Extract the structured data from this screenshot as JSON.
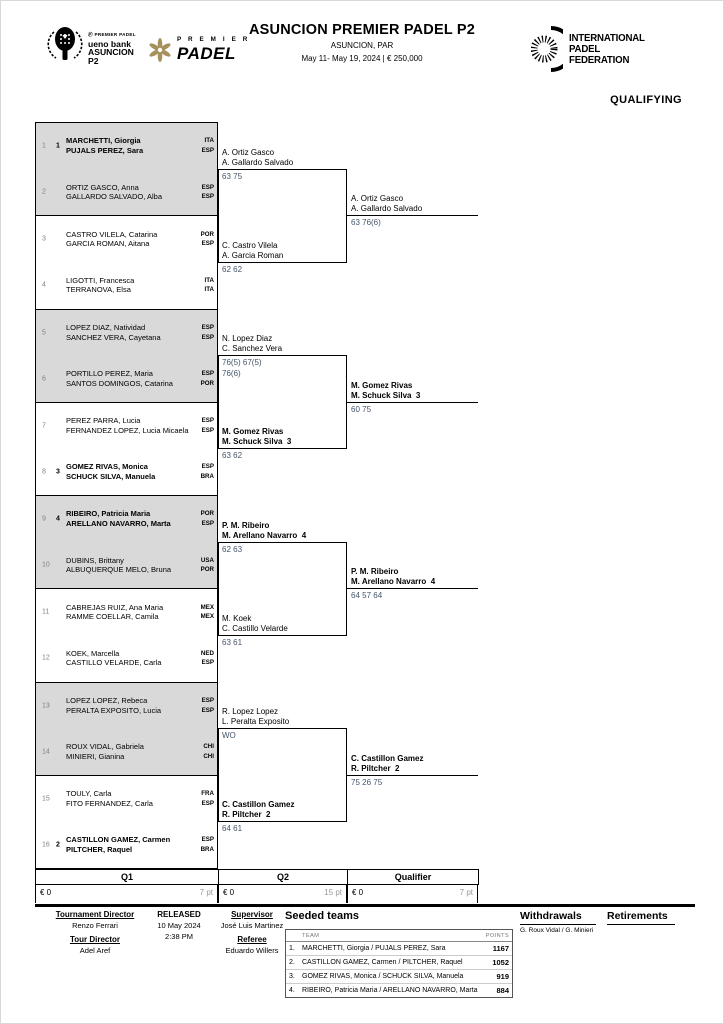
{
  "header": {
    "title": "ASUNCION PREMIER PADEL P2",
    "subtitle": "ASUNCION, PAR",
    "dates_prize": "May 11- May 19, 2024  |  € 250,000",
    "stage_label": "QUALIFYING",
    "logo_ueno": {
      "tiny": "Ⓟ PREMIER PADEL",
      "line1": "ueno bank",
      "line2": "ASUNCION",
      "line3": "P2"
    },
    "logo_premier": {
      "top": "P R E M I E R",
      "bottom": "PADEL"
    },
    "logo_ipf": {
      "line1": "INTERNATIONAL",
      "line2": "PADEL",
      "line3": "FEDERATION"
    }
  },
  "colors": {
    "brand_gold": "#a6905c",
    "shaded_match": "#d9d9d9",
    "score_text": "#44546a"
  },
  "bracket": {
    "q1_matches": [
      {
        "shaded": true,
        "teams": [
          {
            "no": "1",
            "seed": "1",
            "bold": true,
            "players": [
              "MARCHETTI, Giorgia",
              "PUJALS PEREZ, Sara"
            ],
            "countries": [
              "ITA",
              "ESP"
            ]
          },
          {
            "no": "2",
            "seed": "",
            "bold": false,
            "players": [
              "ORTIZ GASCO, Anna",
              "GALLARDO SALVADO, Alba"
            ],
            "countries": [
              "ESP",
              "ESP"
            ]
          }
        ]
      },
      {
        "shaded": false,
        "teams": [
          {
            "no": "3",
            "seed": "",
            "bold": false,
            "players": [
              "CASTRO VILELA, Catarina",
              "GARCIA ROMAN, Aitana"
            ],
            "countries": [
              "POR",
              "ESP"
            ]
          },
          {
            "no": "4",
            "seed": "",
            "bold": false,
            "players": [
              "LIGOTTI, Francesca",
              "TERRANOVA, Elsa"
            ],
            "countries": [
              "ITA",
              "ITA"
            ]
          }
        ]
      },
      {
        "shaded": true,
        "teams": [
          {
            "no": "5",
            "seed": "",
            "bold": false,
            "players": [
              "LOPEZ DIAZ, Natividad",
              "SANCHEZ VERA, Cayetana"
            ],
            "countries": [
              "ESP",
              "ESP"
            ]
          },
          {
            "no": "6",
            "seed": "",
            "bold": false,
            "players": [
              "PORTILLO PEREZ, Maria",
              "SANTOS DOMINGOS, Catarina"
            ],
            "countries": [
              "ESP",
              "POR"
            ]
          }
        ]
      },
      {
        "shaded": false,
        "teams": [
          {
            "no": "7",
            "seed": "",
            "bold": false,
            "players": [
              "PEREZ PARRA, Lucia",
              "FERNANDEZ LOPEZ, Lucia Micaela"
            ],
            "countries": [
              "ESP",
              "ESP"
            ]
          },
          {
            "no": "8",
            "seed": "3",
            "bold": true,
            "players": [
              "GOMEZ RIVAS, Monica",
              "SCHUCK SILVA, Manuela"
            ],
            "countries": [
              "ESP",
              "BRA"
            ]
          }
        ]
      },
      {
        "shaded": true,
        "teams": [
          {
            "no": "9",
            "seed": "4",
            "bold": true,
            "players": [
              "RIBEIRO, Patricia Maria",
              "ARELLANO NAVARRO, Marta"
            ],
            "countries": [
              "POR",
              "ESP"
            ]
          },
          {
            "no": "10",
            "seed": "",
            "bold": false,
            "players": [
              "DUBINS, Brittany",
              "ALBUQUERQUE MELO, Bruna"
            ],
            "countries": [
              "USA",
              "POR"
            ]
          }
        ]
      },
      {
        "shaded": false,
        "teams": [
          {
            "no": "11",
            "seed": "",
            "bold": false,
            "players": [
              "CABREJAS RUIZ, Ana Maria",
              "RAMME COELLAR, Camila"
            ],
            "countries": [
              "MEX",
              "MEX"
            ]
          },
          {
            "no": "12",
            "seed": "",
            "bold": false,
            "players": [
              "KOEK, Marcella",
              "CASTILLO VELARDE, Carla"
            ],
            "countries": [
              "NED",
              "ESP"
            ]
          }
        ]
      },
      {
        "shaded": true,
        "teams": [
          {
            "no": "13",
            "seed": "",
            "bold": false,
            "players": [
              "LOPEZ LOPEZ, Rebeca",
              "PERALTA EXPOSITO, Lucia"
            ],
            "countries": [
              "ESP",
              "ESP"
            ]
          },
          {
            "no": "14",
            "seed": "",
            "bold": false,
            "players": [
              "ROUX VIDAL, Gabriela",
              "MINIERI, Gianina"
            ],
            "countries": [
              "CHI",
              "CHI"
            ]
          }
        ]
      },
      {
        "shaded": false,
        "teams": [
          {
            "no": "15",
            "seed": "",
            "bold": false,
            "players": [
              "TOULY, Carla",
              "FITO FERNANDEZ, Carla"
            ],
            "countries": [
              "FRA",
              "ESP"
            ]
          },
          {
            "no": "16",
            "seed": "2",
            "bold": true,
            "players": [
              "CASTILLON GAMEZ, Carmen",
              "PILTCHER, Raquel"
            ],
            "countries": [
              "ESP",
              "BRA"
            ]
          }
        ]
      }
    ],
    "q2_entries": [
      {
        "bold": false,
        "players": [
          "A. Ortiz Gasco",
          "A. Gallardo Salvado"
        ],
        "score": [
          "63 75"
        ]
      },
      {
        "bold": false,
        "players": [
          "C. Castro Vilela",
          "A. Garcia Roman"
        ],
        "score": [
          "62 62"
        ]
      },
      {
        "bold": false,
        "players": [
          "N. Lopez Diaz",
          "C. Sanchez Vera"
        ],
        "score": [
          "76(5) 67(5)",
          "76(6)"
        ]
      },
      {
        "bold": true,
        "players": [
          "M. Gomez Rivas",
          "M. Schuck Silva  3"
        ],
        "score": [
          "63 62"
        ]
      },
      {
        "bold": true,
        "players": [
          "P. M. Ribeiro",
          "M. Arellano Navarro  4"
        ],
        "score": [
          "62 63"
        ]
      },
      {
        "bold": false,
        "players": [
          "M. Koek",
          "C. Castillo Velarde"
        ],
        "score": [
          "63 61"
        ]
      },
      {
        "bold": false,
        "players": [
          "R. Lopez Lopez",
          "L. Peralta Exposito"
        ],
        "score": [
          "WO"
        ]
      },
      {
        "bold": true,
        "players": [
          "C. Castillon Gamez",
          "R. Piltcher  2"
        ],
        "score": [
          "64 61"
        ]
      }
    ],
    "qualifier_entries": [
      {
        "bold": false,
        "players": [
          "A. Ortiz Gasco",
          "A. Gallardo Salvado"
        ],
        "score": [
          "63 76(6)"
        ]
      },
      {
        "bold": true,
        "players": [
          "M. Gomez Rivas",
          "M. Schuck Silva  3"
        ],
        "score": [
          "60 75"
        ]
      },
      {
        "bold": true,
        "players": [
          "P. M. Ribeiro",
          "M. Arellano Navarro  4"
        ],
        "score": [
          "64 57 64"
        ]
      },
      {
        "bold": true,
        "players": [
          "C. Castillon Gamez",
          "R. Piltcher  2"
        ],
        "score": [
          "75 26 75"
        ]
      }
    ]
  },
  "rounds_row": [
    {
      "label": "Q1",
      "prize": "€ 0",
      "points": "7 pt"
    },
    {
      "label": "Q2",
      "prize": "€ 0",
      "points": "15 pt"
    },
    {
      "label": "Qualifier",
      "prize": "€ 0",
      "points": "7 pt"
    }
  ],
  "officials": {
    "tournament_director_label": "Tournament Director",
    "tournament_director": "Renzo Ferrari",
    "tour_director_label": "Tour Director",
    "tour_director": "Adel Aref",
    "released_label": "RELEASED",
    "released_date": "10 May 2024",
    "released_time": "2:38 PM",
    "supervisor_label": "Supervisor",
    "supervisor": "José Luis Martinez",
    "referee_label": "Referee",
    "referee": "Eduardo Willers"
  },
  "seeded_teams": {
    "title": "Seeded teams",
    "col_team": "TEAM",
    "col_points": "POINTS",
    "rows": [
      {
        "rank": "1.",
        "team": "MARCHETTI, Giorgia / PUJALS PEREZ, Sara",
        "points": "1167"
      },
      {
        "rank": "2.",
        "team": "CASTILLON GAMEZ, Carmen / PILTCHER, Raquel",
        "points": "1052"
      },
      {
        "rank": "3.",
        "team": "GOMEZ RIVAS, Monica / SCHUCK SILVA, Manuela",
        "points": "919"
      },
      {
        "rank": "4.",
        "team": "RIBEIRO, Patricia Maria / ARELLANO NAVARRO, Marta",
        "points": "884"
      }
    ]
  },
  "withdrawals": {
    "title": "Withdrawals",
    "value": "G. Roux Vidal / G. Minieri"
  },
  "retirements": {
    "title": "Retirements",
    "value": ""
  }
}
